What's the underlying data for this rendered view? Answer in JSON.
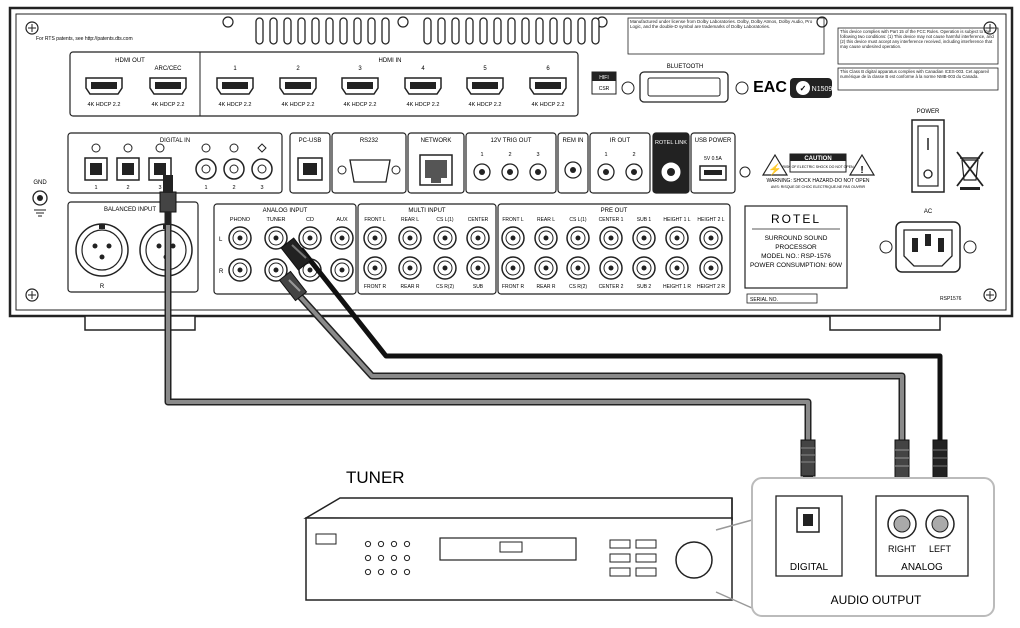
{
  "rear_panel": {
    "top_note": "For RTS patents, see http://patents.dts.com",
    "dolby_note": "Manufactured under license from Dolby Laboratories. Dolby, Dolby Atmos, Dolby Audio, Pro Logic, and the double-D symbol are trademarks of Dolby Laboratories.",
    "fcc_note": "This device complies with Part 15 of the FCC Rules. Operation is subject to the following two conditions: (1) This device may not cause harmful interference, and (2) this device must accept any interference received, including interference that may cause undesired operation.",
    "class_b_note": "This Class B digital apparatus complies with Canadian ICES-003. Cet appareil numérique de la classe B est conforme à la norme NMB-003 du Canada.",
    "hdmi_out_label": "HDMI OUT",
    "arc_label": "ARC/CEC",
    "hdmi_in_label": "HDMI IN",
    "hdmi_numbers": [
      "1",
      "2",
      "3",
      "4",
      "5",
      "6"
    ],
    "hdmi_port_text": "4K HDCP 2.2",
    "bluetooth_label": "BLUETOOTH",
    "hifi_label": "HIFI",
    "hifi_sub": "CSR",
    "eac_mark": "EAC",
    "cert_code": "N1509",
    "digital_in_label": "DIGITAL IN",
    "pc_usb_label": "PC-USB",
    "rs232_label": "RS232",
    "network_label": "NETWORK",
    "trig_out_label": "12V TRIG OUT",
    "rem_in_label": "REM IN",
    "ir_out_label": "IR OUT",
    "rotel_link_label": "ROTEL LINK",
    "usb_power_label": "USB POWER",
    "usb_power_sub": "5V 0.5A",
    "power_label": "POWER",
    "caution_label": "CAUTION",
    "caution_sub": "RISK OF ELECTRIC SHOCK DO NOT OPEN",
    "warning_text": "WARNING: SHOCK HAZARD-DO NOT OPEN",
    "warning_sub": "AVIS: RISQUE DE CHOC ELECTRIQUE-NE PAS OUVRIR",
    "gnd_label": "GND",
    "balanced_label": "BALANCED INPUT",
    "bal_r": "R",
    "bal_l": "L",
    "analog_input_label": "ANALOG INPUT",
    "analog_cols": [
      "PHONO",
      "TUNER",
      "CD",
      "AUX"
    ],
    "multi_input_label": "MULTI INPUT",
    "multi_top": [
      "FRONT L",
      "REAR L",
      "CS L(1)",
      "CENTER"
    ],
    "multi_bottom": [
      "FRONT R",
      "REAR R",
      "CS R(2)",
      "SUB"
    ],
    "pre_out_label": "PRE OUT",
    "pre_top": [
      "FRONT L",
      "REAR L",
      "CS L(1)",
      "CENTER 1",
      "SUB 1",
      "HEIGHT 1 L",
      "HEIGHT 2 L"
    ],
    "pre_bottom": [
      "FRONT R",
      "REAR R",
      "CS R(2)",
      "CENTER 2",
      "SUB 2",
      "HEIGHT 1 R",
      "HEIGHT 2 R"
    ],
    "brand": "ROTEL",
    "model_line1": "SURROUND SOUND",
    "model_line2": "PROCESSOR",
    "model_line3": "MODEL NO.: RSP-1576",
    "model_line4": "POWER CONSUMPTION: 60W",
    "serial_label": "SERIAL NO.",
    "model_code": "RSP1576",
    "ac_label": "AC"
  },
  "tuner": {
    "title": "TUNER",
    "digital_label": "DIGITAL",
    "right_label": "RIGHT",
    "left_label": "LEFT",
    "analog_label": "ANALOG",
    "audio_output_label": "AUDIO OUTPUT"
  },
  "colors": {
    "line": "#222222",
    "gray_cable": "#8a8a8a",
    "black_cable": "#111111",
    "panel_fill": "#ffffff"
  }
}
